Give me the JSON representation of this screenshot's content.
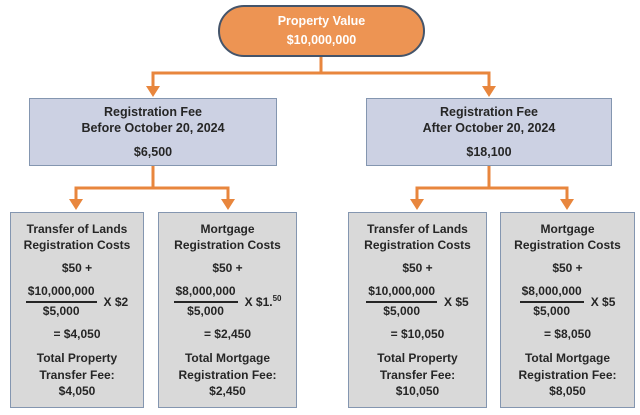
{
  "colors": {
    "orange_fill": "#ED9453",
    "connector": "#E8863D",
    "blue_fill": "#CCD1E3",
    "gray_fill": "#D9D9D9",
    "box_border": "#8496B0",
    "pill_border": "#44546A",
    "text": "#262626"
  },
  "diagram": {
    "root": {
      "title": "Property Value",
      "value": "$10,000,000"
    },
    "branches": [
      {
        "title": "Registration Fee",
        "subtitle": "Before October 20, 2024",
        "value": "$6,500",
        "children": [
          {
            "title_line1": "Transfer of Lands",
            "title_line2": "Registration Costs",
            "base": "$50 +",
            "numerator": "$10,000,000",
            "denominator": "$5,000",
            "multiplier": "X $2",
            "multiplier_sup": "",
            "result": "= $4,050",
            "total_line1": "Total Property",
            "total_line2": "Transfer Fee:",
            "total_value": "$4,050"
          },
          {
            "title_line1": "Mortgage",
            "title_line2": "Registration Costs",
            "base": "$50 +",
            "numerator": "$8,000,000",
            "denominator": "$5,000",
            "multiplier": "X $1.",
            "multiplier_sup": "50",
            "result": "= $2,450",
            "total_line1": "Total Mortgage",
            "total_line2": "Registration Fee:",
            "total_value": "$2,450"
          }
        ]
      },
      {
        "title": "Registration Fee",
        "subtitle": "After October 20, 2024",
        "value": "$18,100",
        "children": [
          {
            "title_line1": "Transfer of Lands",
            "title_line2": "Registration Costs",
            "base": "$50 +",
            "numerator": "$10,000,000",
            "denominator": "$5,000",
            "multiplier": "X $5",
            "multiplier_sup": "",
            "result": "= $10,050",
            "total_line1": "Total Property",
            "total_line2": "Transfer Fee:",
            "total_value": "$10,050"
          },
          {
            "title_line1": "Mortgage",
            "title_line2": "Registration Costs",
            "base": "$50 +",
            "numerator": "$8,000,000",
            "denominator": "$5,000",
            "multiplier": "X $5",
            "multiplier_sup": "",
            "result": "= $8,050",
            "total_line1": "Total Mortgage",
            "total_line2": "Registration Fee:",
            "total_value": "$8,050"
          }
        ]
      }
    ]
  }
}
